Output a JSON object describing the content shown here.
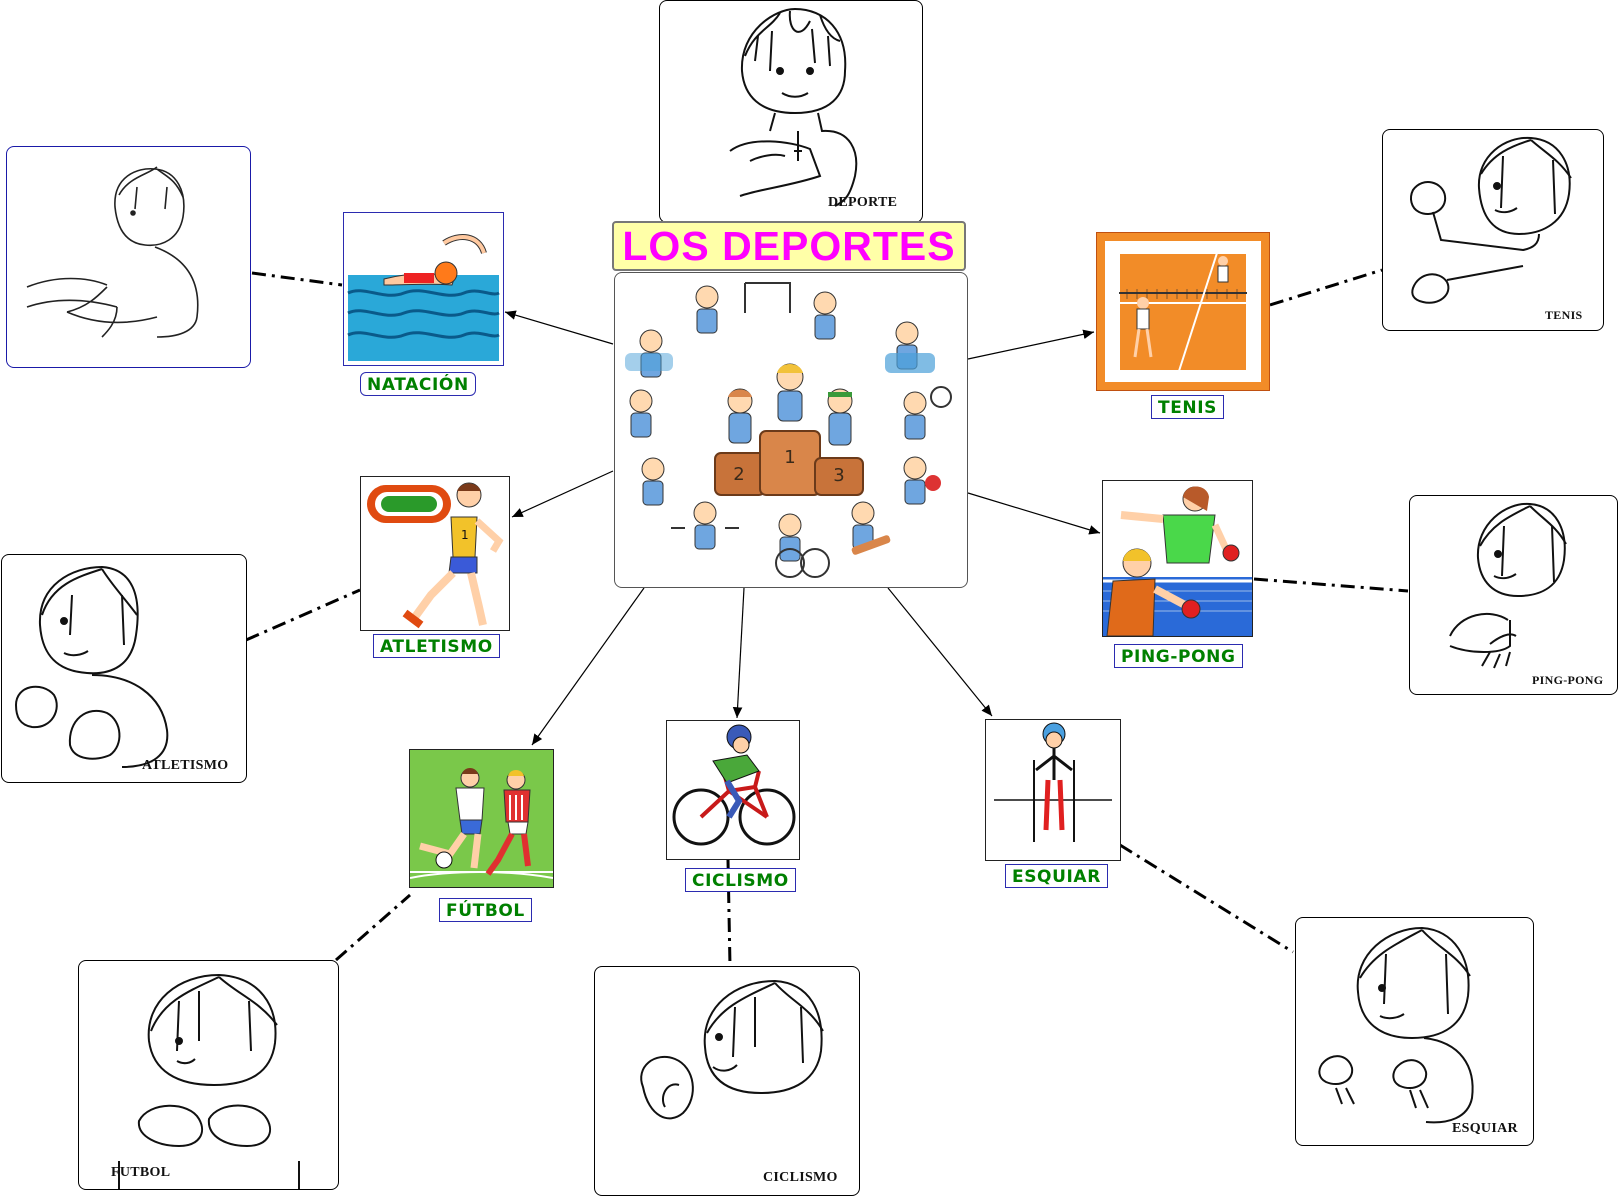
{
  "title": "LOS DEPORTES",
  "central": {
    "image": "sports-podium-collage",
    "podium_numbers": [
      "1",
      "2",
      "3"
    ]
  },
  "sports": [
    {
      "id": "natacion",
      "label": "NATACIÓN",
      "image": "swimmer-icon",
      "sign_caption": ""
    },
    {
      "id": "atletismo",
      "label": "ATLETISMO",
      "image": "runner-icon",
      "sign_caption": "ATLETISMO"
    },
    {
      "id": "futbol",
      "label": "FÚTBOL",
      "image": "football-players-icon",
      "sign_caption": "FUTBOL"
    },
    {
      "id": "ciclismo",
      "label": "CICLISMO",
      "image": "cyclist-icon",
      "sign_caption": "CICLISMO"
    },
    {
      "id": "esquiar",
      "label": "ESQUIAR",
      "image": "skier-icon",
      "sign_caption": "ESQUIAR"
    },
    {
      "id": "ping-pong",
      "label": "PING-PONG",
      "image": "table-tennis-icon",
      "sign_caption": "PING-PONG"
    },
    {
      "id": "tenis",
      "label": "TENIS",
      "image": "tennis-court-icon",
      "sign_caption": "TENIS"
    }
  ],
  "deporte_sign": {
    "caption": "DEPORTE"
  },
  "colors": {
    "title": "#ff00ff",
    "title_bg": "#ffffa8",
    "label_text": "#008000",
    "label_border": "#2b2bb0"
  }
}
